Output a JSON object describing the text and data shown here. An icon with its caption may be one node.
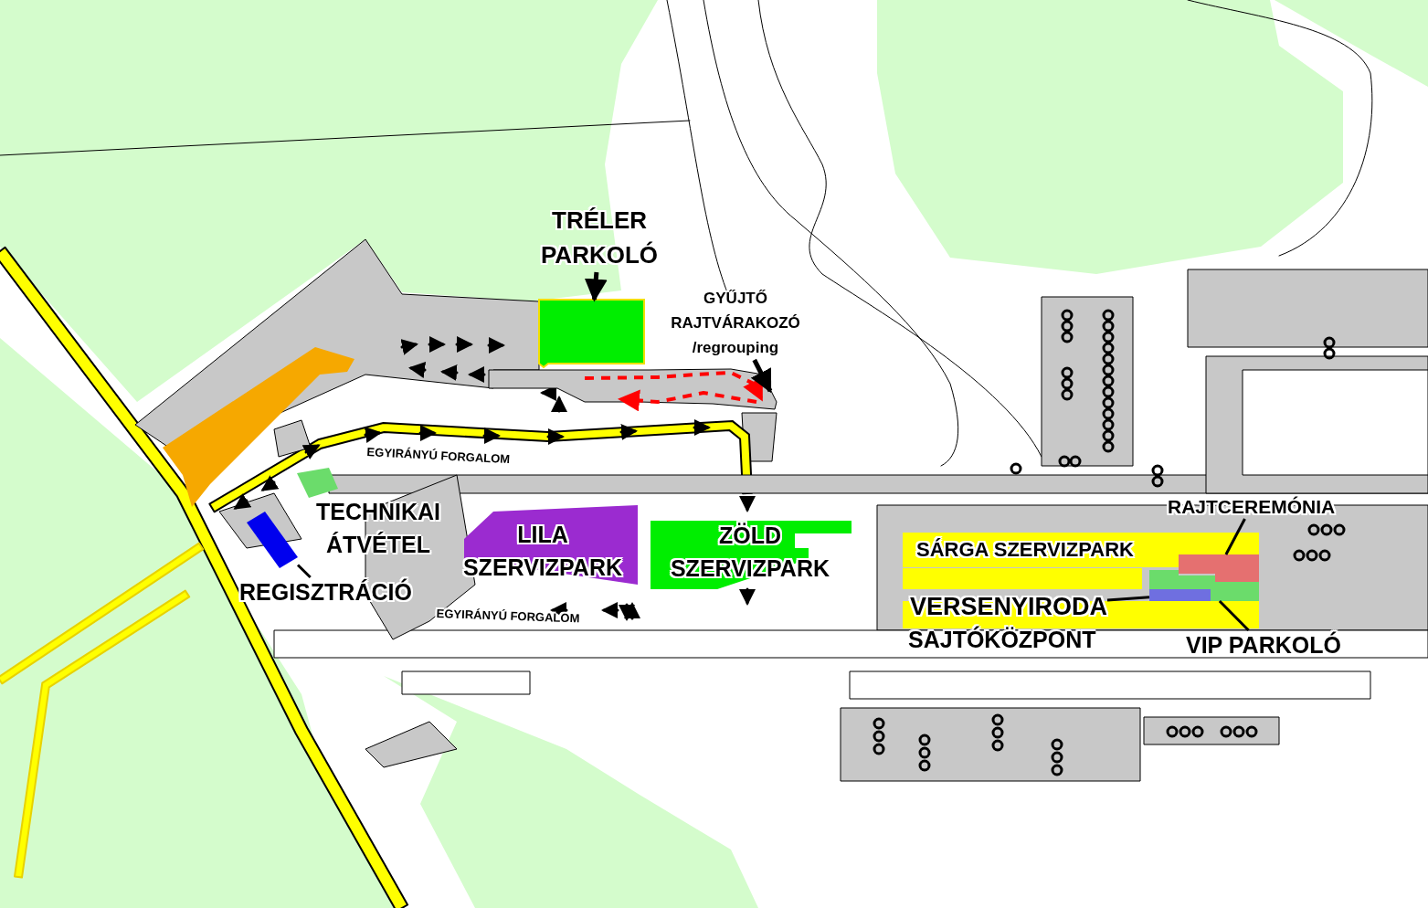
{
  "diagram": {
    "nodes": [
      {
        "text": [
          "TRÉLER PARKOLÓ"
        ]
      },
      {
        "text": [],
        "shape": "box"
      },
      {
        "text": [
          "GYŰJTŐ RAJTVÁRAKOZÓ /regrouping"
        ]
      },
      {
        "text": [
          "REGISZTRÁCIÓ"
        ]
      },
      {
        "text": [],
        "shape": "box"
      },
      {
        "text": [
          "LILA SZERVIZPARK"
        ]
      },
      {
        "text": [
          "ZÖLD SZERVIZPARK"
        ]
      },
      {
        "text": [
          "SÁRGA SZERVIZPARK"
        ]
      },
      {
        "text": [
          "RAJTCEREMÓNIA"
        ]
      },
      {
        "text": [],
        "shape": "box"
      },
      {
        "text": [
          "VERSENYIRODA"
        ]
      },
      {
        "text": [],
        "shape": "box"
      },
      {
        "text": [
          "VIP PARKOLÓ"
        ]
      },
      {
        "text": [],
        "shape": "box"
      },
      {
        "text": [],
        "shape": "box"
      }
    ],
    "edges": [
      {
        "from": 0,
        "to": 1,
        "arrow": "to"
      },
      {
        "from": 2,
        "to": 14,
        "arrow": "to"
      },
      {
        "from": 3,
        "to": 4,
        "arrow": "none"
      },
      {
        "from": 8,
        "to": 9,
        "arrow": "none"
      },
      {
        "from": 10,
        "to": 11,
        "arrow": "none"
      },
      {
        "from": 12,
        "to": 13,
        "arrow": "none"
      }
    ],
    "labels": [
      "EGYIRÁNYÚ FORGALOM",
      "TECHNIKAI ÁTVÉTEL",
      "EGYIRÁNYÚ FORGALOM",
      "SAJTÓKÖZPONT"
    ]
  }
}
